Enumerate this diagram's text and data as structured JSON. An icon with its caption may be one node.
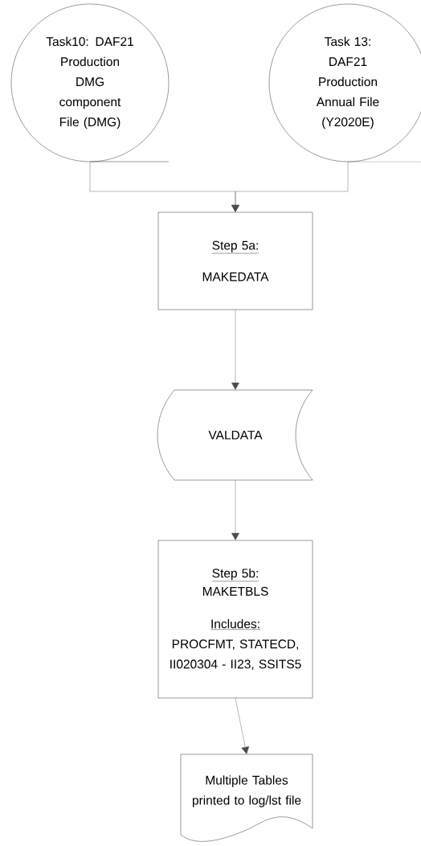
{
  "diagram": {
    "nodes": [
      {
        "text": [
          "Task10: DAF21 Production DMG component File (DMG)"
        ]
      },
      {
        "text": [
          "Task 13: DAF21 Production Annual File (Y2020E)"
        ]
      },
      {
        "text": [
          "Step 5a:",
          "MAKEDATA"
        ]
      },
      {
        "text": [
          "VALDATA"
        ]
      },
      {
        "text": [
          "Step 5b:",
          "MAKETBLS",
          "Includes:",
          "PROCFMT, STATECD, II020304 - II23, SSITS5"
        ]
      },
      {
        "text": [
          "Multiple Tables printed to log/lst file"
        ]
      }
    ],
    "edges": [
      {
        "from": 0,
        "to": 2,
        "arrow": "to"
      },
      {
        "from": 1,
        "to": 2,
        "arrow": "to"
      },
      {
        "from": 2,
        "to": 3,
        "arrow": "to"
      },
      {
        "from": 3,
        "to": 4,
        "arrow": "to"
      },
      {
        "from": 4,
        "to": 5,
        "arrow": "to"
      }
    ]
  }
}
